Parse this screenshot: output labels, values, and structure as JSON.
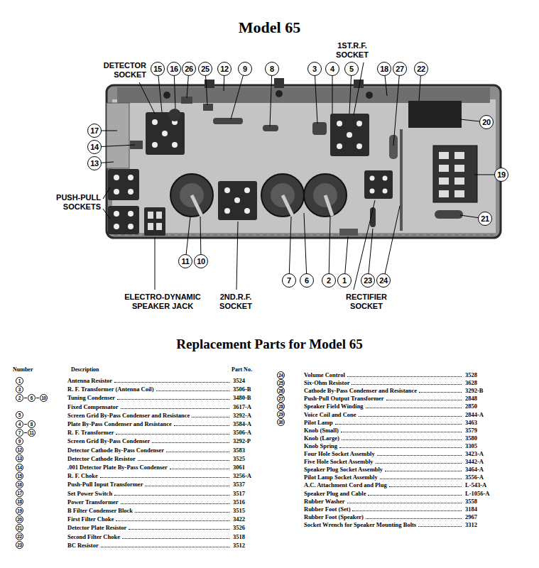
{
  "diagram": {
    "title": "Model 65",
    "nodes": [
      {
        "text": [
          "15"
        ]
      },
      {
        "text": [
          "16"
        ]
      },
      {
        "text": [
          "26"
        ]
      },
      {
        "text": [
          "25"
        ]
      },
      {
        "text": [
          "12"
        ]
      },
      {
        "text": [
          "9"
        ]
      },
      {
        "text": [
          "8"
        ]
      },
      {
        "text": [
          "3"
        ]
      },
      {
        "text": [
          "4"
        ]
      },
      {
        "text": [
          "5"
        ]
      },
      {
        "text": [
          "18"
        ]
      },
      {
        "text": [
          "27"
        ]
      },
      {
        "text": [
          "22"
        ]
      },
      {
        "text": [
          "20"
        ]
      },
      {
        "text": [
          "17"
        ]
      },
      {
        "text": [
          "14"
        ]
      },
      {
        "text": [
          "13"
        ]
      },
      {
        "text": [
          "19"
        ]
      },
      {
        "text": [
          "21"
        ]
      },
      {
        "text": [
          "11"
        ]
      },
      {
        "text": [
          "10"
        ]
      },
      {
        "text": [
          "7"
        ]
      },
      {
        "text": [
          "6"
        ]
      },
      {
        "text": [
          "2"
        ]
      },
      {
        "text": [
          "1"
        ]
      },
      {
        "text": [
          "23"
        ]
      },
      {
        "text": [
          "24"
        ]
      },
      {
        "text": [
          "1"
        ]
      },
      {
        "text": [
          "3"
        ]
      },
      {
        "text": [
          "2"
        ]
      },
      {
        "text": [
          "6"
        ]
      },
      {
        "text": [
          "10"
        ]
      },
      {
        "text": [
          "5"
        ]
      },
      {
        "text": [
          "4"
        ]
      },
      {
        "text": [
          "8"
        ]
      },
      {
        "text": [
          "7"
        ]
      },
      {
        "text": [
          "11"
        ]
      },
      {
        "text": [
          "9"
        ]
      },
      {
        "text": [
          "12"
        ]
      },
      {
        "text": [
          "13"
        ]
      },
      {
        "text": [
          "14"
        ]
      },
      {
        "text": [
          "15"
        ]
      },
      {
        "text": [
          "16"
        ]
      },
      {
        "text": [
          "17"
        ]
      },
      {
        "text": [
          "18"
        ]
      },
      {
        "text": [
          "19"
        ]
      },
      {
        "text": [
          "20"
        ]
      },
      {
        "text": [
          "21"
        ]
      },
      {
        "text": [
          "22"
        ]
      },
      {
        "text": [
          "23"
        ]
      },
      {
        "text": [
          "24"
        ]
      },
      {
        "text": [
          "25"
        ]
      },
      {
        "text": [
          "26"
        ]
      },
      {
        "text": [
          "27"
        ]
      },
      {
        "text": [
          "28"
        ]
      },
      {
        "text": [
          "29"
        ]
      },
      {
        "text": [
          "30"
        ]
      }
    ],
    "labels": [
      "DETECTOR SOCKET",
      "1ST.R.F. SOCKET",
      "PUSH-PULL SOCKETS",
      "ELECTRO-DYNAMIC SPEAKER JACK",
      "2ND.R.F. SOCKET",
      "RECTIFIER SOCKET",
      "Replacement Parts for Model 65",
      "Number",
      "Description",
      "Part No.",
      "Antenna Resistor",
      "3524",
      "R. F. Transformer (Antenna Coil)",
      "3506-B",
      "Tuning Condenser",
      "3480-B",
      "Fixed Compensator",
      "3617-A",
      "Screen Grid By-Pass Condenser and Resistance",
      "3292-A",
      "Plate By-Pass Condenser and Resistance",
      "3584-A",
      "R. F. Transformer",
      "3506-A",
      "Screen Grid By-Pass Condenser",
      "3292-P",
      "Detector Cathode By-Pass Condenser",
      "3583",
      "Detector Cathode Resistor",
      "3525",
      ".001 Detector Plate By-Pass Condenser",
      "3061",
      "R. F. Choke",
      "3256-A",
      "Push-Pull Input Transformer",
      "3537",
      "Set Power Switch",
      "3517",
      "Power Transformer",
      "3516",
      "B Filter Condenser Block",
      "3515",
      "First Filter Choke",
      "3422",
      "Detector Plate Resistor",
      "3526",
      "Second Filter Choke",
      "3518",
      "BC Resistor",
      "3512",
      "Volume Control",
      "3528",
      "Six-Ohm Resistor",
      "3628",
      "Cathode By-Pass Condenser and Resistance",
      "3292-B",
      "Push-Pull Output Transformer",
      "2848",
      "Speaker Field Winding",
      "2850",
      "Voice Coil and Cone",
      "2844-A",
      "Pilot Lamp",
      "3463",
      "Knob (Small)",
      "3579",
      "Knob (Large)",
      "3580",
      "Knob Spring",
      "3305",
      "Four Hole Socket Assembly",
      "3423-A",
      "Five Hole Socket Assembly",
      "3442-A",
      "Speaker Plug Socket Assembly",
      "3464-A",
      "Pilot Lamp Socket Assembly",
      "3556-A",
      "A.C. Attachment Cord and Plug",
      "L-543-A",
      "Speaker Plug and Cable",
      "L-1056-A",
      "Rubber Washer",
      "3558",
      "Rubber Foot (Set)",
      "3184",
      "Rubber Foot (Speaker)",
      "2967",
      "Socket Wrench for Speaker Mounting Bolts",
      "3312"
    ]
  }
}
